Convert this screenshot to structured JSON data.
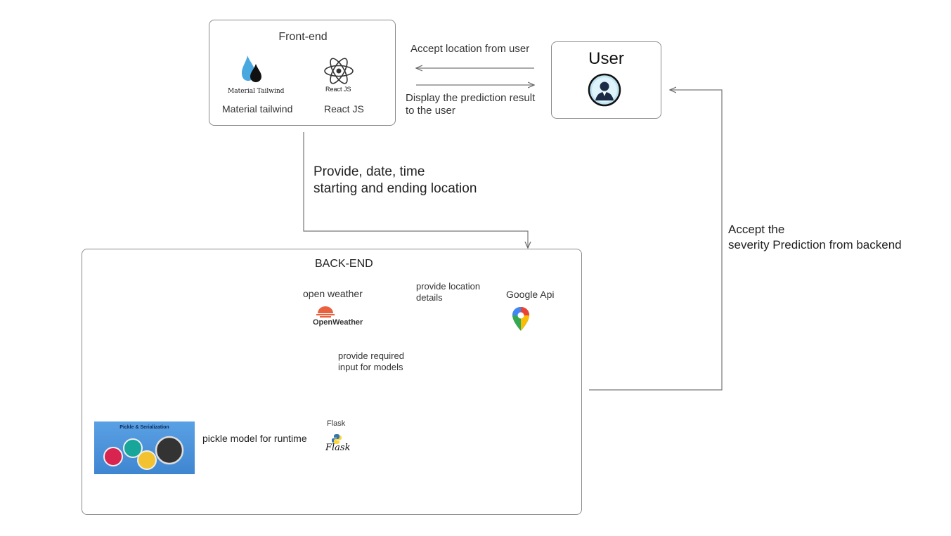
{
  "frontend": {
    "title": "Front-end",
    "material_logo_text": "Material Tailwind",
    "react_logo_text": "React JS",
    "material_label": "Material tailwind",
    "react_label": "React JS"
  },
  "user": {
    "title": "User"
  },
  "edges": {
    "accept_location": "Accept location from user",
    "display_result": "Display the prediction result\nto the user",
    "provide_inputs": "Provide, date, time\nstarting and ending location",
    "accept_severity": "Accept the\nseverity Prediction from backend",
    "provide_location_details": "provide location\ndetails",
    "provide_required_input": "provide required\ninput for models",
    "pickle_model": "pickle model for runtime"
  },
  "backend": {
    "title": "BACK-END",
    "openweather_label": "open weather",
    "openweather_logo_text": "OpenWeather",
    "google_label": "Google Api",
    "flask_label": "Flask",
    "flask_logo_text": "Flask",
    "pickle_banner": {
      "header": "Pickle & Serialization"
    }
  },
  "colors": {
    "line": "#777777",
    "box_border": "#8a8a8a",
    "material_drop": "#4aa8e0",
    "react_atom": "#333333",
    "openweather_sun": "#e9623f",
    "google_red": "#ea4335",
    "google_green": "#34a853",
    "google_yellow": "#fbbc04",
    "google_blue": "#4285f4",
    "python_blue": "#3776ab",
    "python_yellow": "#ffd43b",
    "banner_bg": "#4a90d9"
  }
}
